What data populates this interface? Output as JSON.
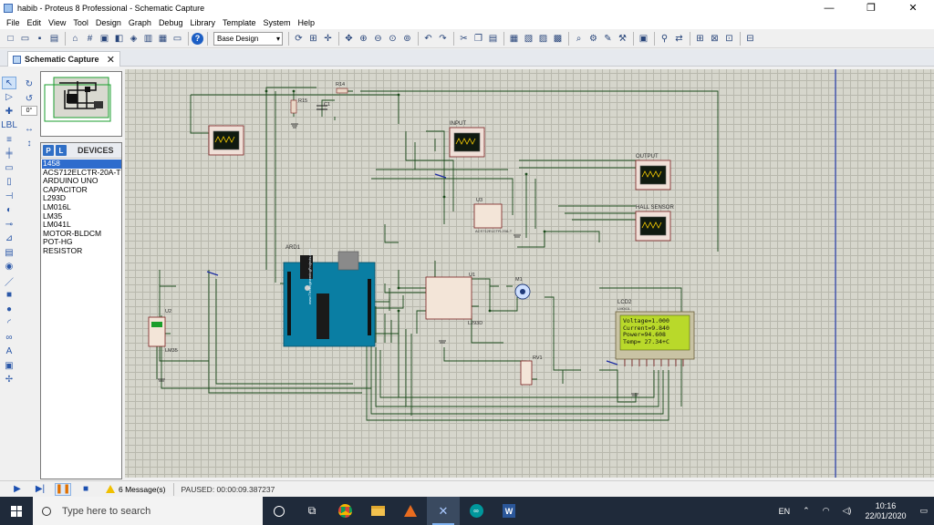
{
  "window": {
    "title": "habib - Proteus 8 Professional - Schematic Capture",
    "min": "—",
    "restore": "❐",
    "close": "✕"
  },
  "menu": [
    "File",
    "Edit",
    "View",
    "Tool",
    "Design",
    "Graph",
    "Debug",
    "Library",
    "Template",
    "System",
    "Help"
  ],
  "toolbar": {
    "design_select": "Base Design"
  },
  "tab": {
    "label": "Schematic Capture",
    "close": "✕"
  },
  "rotation": {
    "angle": "0°"
  },
  "devices": {
    "p_label": "P",
    "l_label": "L",
    "header": "DEVICES",
    "items": [
      "1458",
      "ACS712ELCTR-20A-T",
      "ARDUINO UNO",
      "CAPACITOR",
      "L293D",
      "LM016L",
      "LM35",
      "LM041L",
      "MOTOR-BLDCM",
      "POT-HG",
      "RESISTOR"
    ],
    "selected_index": 0
  },
  "schematic": {
    "lcd_lines": [
      "Voltage=1.000",
      "Current=9.840",
      "Power=94.608",
      "Temp= 27.34+C"
    ],
    "labels": {
      "input": "INPUT",
      "output": "OUTPUT",
      "hall": "HALL SENSOR",
      "lcd": "LCD2",
      "lcd_part": "LM041L",
      "ard": "ARD1",
      "u1": "U1",
      "u2": "U2",
      "u3": "U3",
      "m1": "M1",
      "rv1": "RV1",
      "r14": "R14",
      "r15": "R15",
      "c1": "C1",
      "l293d": "L293D",
      "lm35": "LM35",
      "acs": "ACS712ELCTR-20A-T",
      "arduino_brand": "www.TheEngineeringProjects.com"
    }
  },
  "status": {
    "messages": "6 Message(s)",
    "sim": "PAUSED: 00:00:09.387237"
  },
  "taskbar": {
    "search_placeholder": "Type here to search",
    "lang": "EN",
    "time": "10:16",
    "date": "22/01/2020"
  }
}
